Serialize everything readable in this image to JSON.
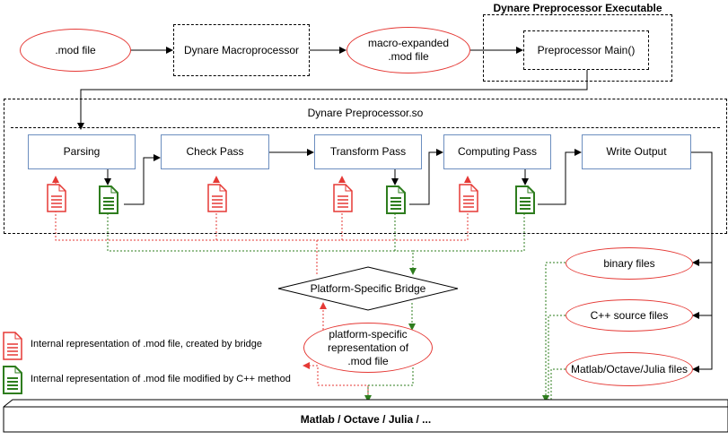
{
  "nodes": {
    "mod_file": ".mod file",
    "macroprocessor": "Dynare Macroprocessor",
    "macro_expanded": "macro-expanded .mod file",
    "preprocessor_main": "Preprocessor Main()",
    "parsing": "Parsing",
    "check_pass": "Check Pass",
    "transform_pass": "Transform Pass",
    "computing_pass": "Computing Pass",
    "write_output": "Write Output",
    "bridge": "Platform-Specific Bridge",
    "platform_repr": "platform-specific representation of .mod file",
    "binary_files": "binary files",
    "cpp_files": "C++ source files",
    "matlab_files": "Matlab/Octave/Julia files",
    "target": "Matlab / Octave / Julia / ..."
  },
  "groups": {
    "executable": "Dynare Preprocessor Executable",
    "shared_object": "Dynare Preprocessor.so"
  },
  "legend": {
    "red_doc": "Internal representation of .mod file, created by bridge",
    "green_doc": "Internal representation of .mod file modified by C++ method"
  },
  "colors": {
    "red": "#e53935",
    "green": "#2e7d1e",
    "blue_border": "#6c8ebf"
  }
}
